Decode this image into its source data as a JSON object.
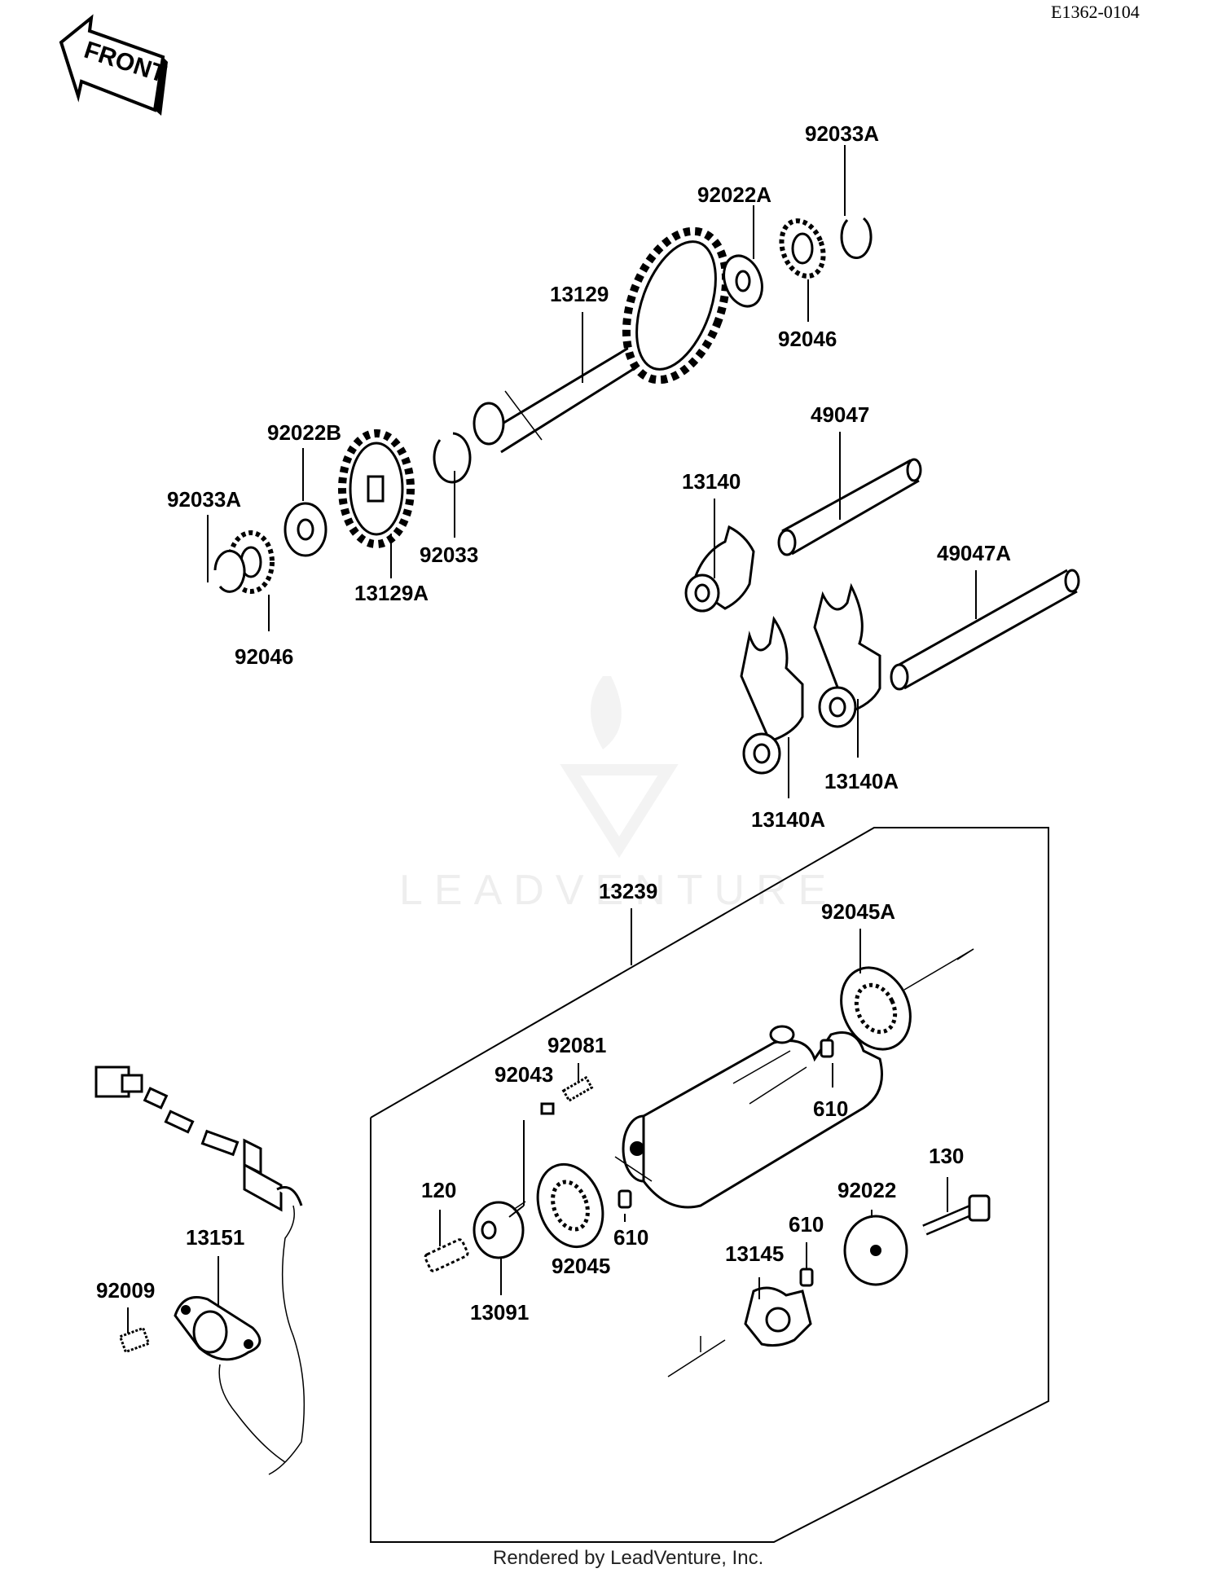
{
  "diagram_code": "E1362-0104",
  "front_badge": "FRONT",
  "watermark": "LEADVENTURE",
  "footer": "Rendered by LeadVenture, Inc.",
  "labels": {
    "p92033A_top": "92033A",
    "p92022A": "92022A",
    "p13129": "13129",
    "p92046_top": "92046",
    "p92022B": "92022B",
    "p92033A_left": "92033A",
    "p92033": "92033",
    "p13129A": "13129A",
    "p92046_left": "92046",
    "p49047": "49047",
    "p13140": "13140",
    "p49047A": "49047A",
    "p13140A_right": "13140A",
    "p13140A_left": "13140A",
    "p13239": "13239",
    "p92045A": "92045A",
    "p92081": "92081",
    "p92043": "92043",
    "p610_top": "610",
    "p120": "120",
    "p610_mid": "610",
    "p92045": "92045",
    "p13091": "13091",
    "p130": "130",
    "p92022": "92022",
    "p610_low": "610",
    "p13145": "13145",
    "p13151": "13151",
    "p92009": "92009"
  }
}
